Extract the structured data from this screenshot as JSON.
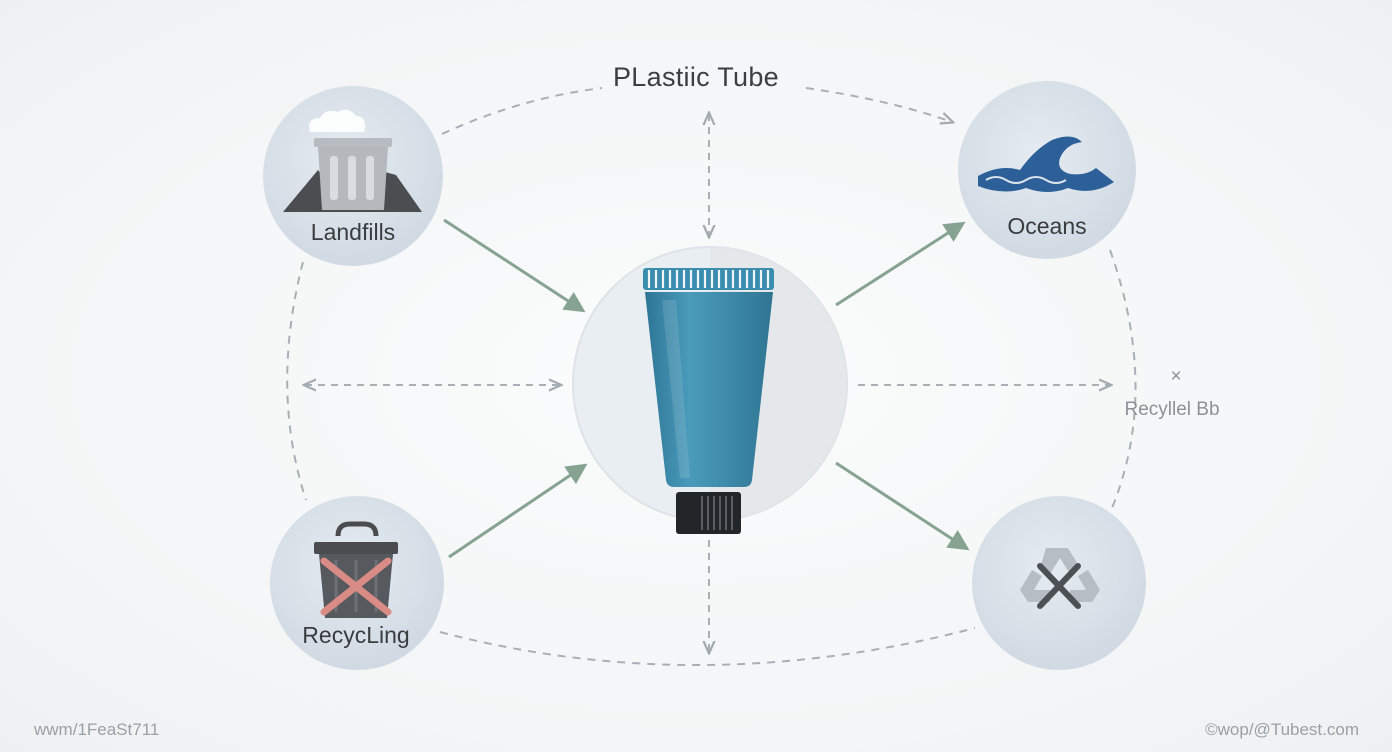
{
  "title": "PLastiic Tube",
  "nodes": {
    "landfills": {
      "label": "Landfills",
      "icon": "trash-can-mountain-icon"
    },
    "oceans": {
      "label": "Oceans",
      "icon": "ocean-wave-icon"
    },
    "recycling": {
      "label": "RecycLing",
      "icon": "crossed-bin-icon"
    },
    "not_recycled": {
      "label": "",
      "icon": "crossed-recycle-icon"
    },
    "center": {
      "icon": "plastic-tube-icon"
    }
  },
  "side_note": {
    "mark": "×",
    "label": "Recyllel Bb"
  },
  "footer": {
    "left": "wwm/1FeaSt711",
    "right": "©wop/@Tubest.com"
  },
  "colors": {
    "arrow_solid": "#86a290",
    "arrow_dashed": "#a8b0b6",
    "circle_fill": "#d9e1ea",
    "tube_body": "#3f8fae",
    "ocean_wave": "#2d5f99",
    "cross": "#d98b85"
  }
}
